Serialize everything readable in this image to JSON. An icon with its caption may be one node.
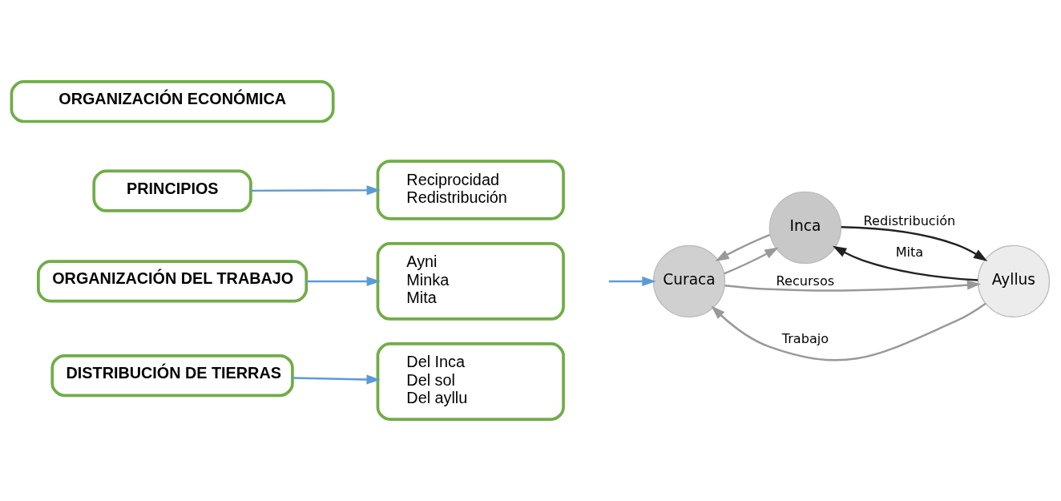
{
  "diagram": {
    "nodes": [
      {
        "text": [
          "ORGANIZACIÓN ECONÓMICA"
        ]
      },
      {
        "text": [
          "PRINCIPIOS"
        ]
      },
      {
        "text": [
          "Reciprocidad",
          "Redistribución"
        ]
      },
      {
        "text": [
          "ORGANIZACIÓN DEL TRABAJO"
        ]
      },
      {
        "text": [
          "Ayni",
          "Minka",
          "Mita"
        ]
      },
      {
        "text": [
          "DISTRIBUCIÓN DE TIERRAS"
        ]
      },
      {
        "text": [
          "Del Inca",
          "Del sol",
          "Del ayllu"
        ]
      },
      {
        "text": [
          "Inca"
        ]
      },
      {
        "text": [
          "Curaca"
        ]
      },
      {
        "text": [
          "Ayllus"
        ]
      }
    ],
    "edges": [
      {
        "from": 1,
        "to": 2,
        "arrow": "to",
        "color": "#5b9bd5"
      },
      {
        "from": 3,
        "to": 4,
        "arrow": "to",
        "color": "#5b9bd5"
      },
      {
        "from": 5,
        "to": 6,
        "arrow": "to",
        "color": "#5b9bd5"
      },
      {
        "from": null,
        "to": 8,
        "arrow": "to",
        "color": "#5b9bd5"
      },
      {
        "from": 9,
        "to": 7,
        "arrow": "to",
        "label": "Mita",
        "color": "#222222"
      },
      {
        "from": 7,
        "to": 9,
        "arrow": "to",
        "label": "Redistribución",
        "color": "#222222"
      },
      {
        "from": 8,
        "to": 7,
        "arrow": "to"
      },
      {
        "from": 7,
        "to": 8,
        "arrow": "to"
      },
      {
        "from": 9,
        "to": 8,
        "arrow": "to",
        "label": "Trabajo"
      },
      {
        "from": 8,
        "to": 9,
        "arrow": "to",
        "label": "Recursos"
      }
    ]
  }
}
